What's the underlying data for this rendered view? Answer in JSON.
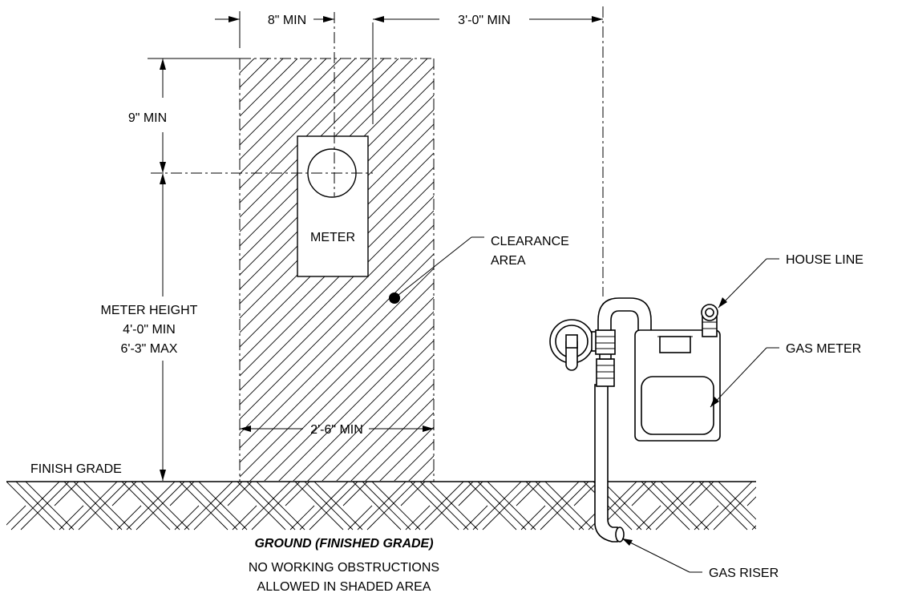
{
  "dimensions": {
    "left_offset": "8\" MIN",
    "wall_clearance": "3'-0\" MIN",
    "top_clearance": "9\" MIN",
    "meter_height_title": "METER HEIGHT",
    "meter_height_min": "4'-0\" MIN",
    "meter_height_max": "6'-3\" MAX",
    "width_clearance": "2'-6\" MIN"
  },
  "labels": {
    "meter": "METER",
    "clearance_line1": "CLEARANCE",
    "clearance_line2": "AREA",
    "house_line": "HOUSE LINE",
    "gas_meter": "GAS METER",
    "gas_riser": "GAS RISER",
    "finish_grade": "FINISH GRADE",
    "ground": "GROUND (FINISHED GRADE)",
    "note_line1": "NO WORKING OBSTRUCTIONS",
    "note_line2": "ALLOWED IN SHADED AREA"
  }
}
